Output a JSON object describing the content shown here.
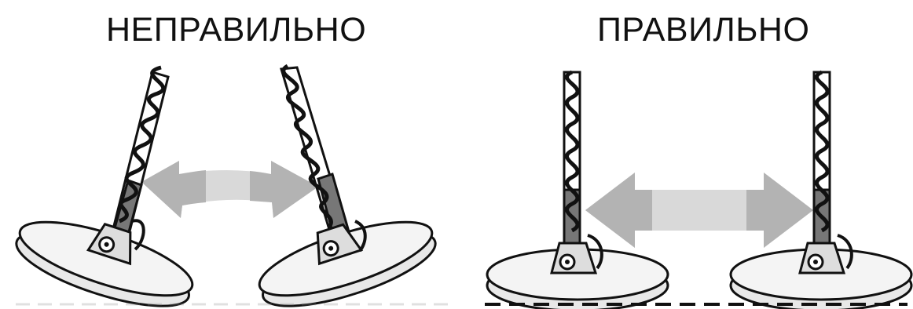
{
  "labels": {
    "wrong": "НЕПРАВИЛЬНО",
    "right": "ПРАВИЛЬНО"
  },
  "colors": {
    "ink": "#111111",
    "arrow_dark": "#aaaaaa",
    "arrow_light": "#d9d9d9",
    "coil_fill": "#f4f4f4",
    "shaft_fill": "#ffffff"
  },
  "icons": [
    "metal-detector-tilted-left",
    "metal-detector-tilted-right",
    "metal-detector-level",
    "sweep-arrow-curved",
    "sweep-arrow-straight",
    "ground-dash-line"
  ]
}
